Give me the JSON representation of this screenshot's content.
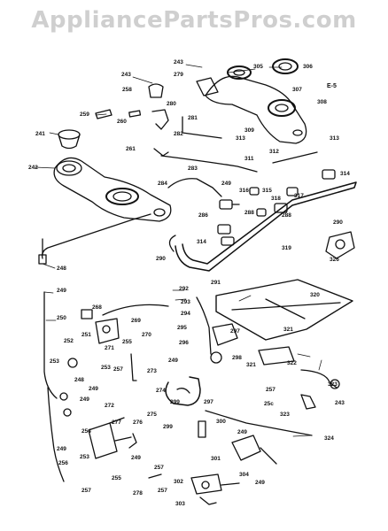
{
  "watermark": "AppliancePartsPros.com",
  "corner_code": "E-5",
  "callouts": [
    {
      "id": "c243a",
      "text": "243"
    },
    {
      "id": "c279",
      "text": "279"
    },
    {
      "id": "c305",
      "text": "305"
    },
    {
      "id": "c306",
      "text": "306"
    },
    {
      "id": "c243b",
      "text": "243"
    },
    {
      "id": "c258",
      "text": "258"
    },
    {
      "id": "c280",
      "text": "280"
    },
    {
      "id": "c281",
      "text": "281"
    },
    {
      "id": "c307",
      "text": "307"
    },
    {
      "id": "c308",
      "text": "308"
    },
    {
      "id": "c259",
      "text": "259"
    },
    {
      "id": "c260",
      "text": "260"
    },
    {
      "id": "c241",
      "text": "241"
    },
    {
      "id": "c282",
      "text": "282"
    },
    {
      "id": "c309",
      "text": "309"
    },
    {
      "id": "c313a",
      "text": "313"
    },
    {
      "id": "c313b",
      "text": "313"
    },
    {
      "id": "c261",
      "text": "261"
    },
    {
      "id": "c312",
      "text": "312"
    },
    {
      "id": "c311",
      "text": "311"
    },
    {
      "id": "c242",
      "text": "242"
    },
    {
      "id": "c283",
      "text": "283"
    },
    {
      "id": "c314a",
      "text": "314"
    },
    {
      "id": "c284",
      "text": "284"
    },
    {
      "id": "c249a",
      "text": "249"
    },
    {
      "id": "c316",
      "text": "316"
    },
    {
      "id": "c315",
      "text": "315"
    },
    {
      "id": "c318",
      "text": "318"
    },
    {
      "id": "c317",
      "text": "317"
    },
    {
      "id": "c286",
      "text": "286"
    },
    {
      "id": "c288a",
      "text": "288"
    },
    {
      "id": "c288b",
      "text": "288"
    },
    {
      "id": "c290a",
      "text": "290"
    },
    {
      "id": "c314b",
      "text": "314"
    },
    {
      "id": "c319",
      "text": "319"
    },
    {
      "id": "c290b",
      "text": "290"
    },
    {
      "id": "c326",
      "text": "326"
    },
    {
      "id": "c248",
      "text": "248"
    },
    {
      "id": "c249b",
      "text": "249"
    },
    {
      "id": "c292",
      "text": "292"
    },
    {
      "id": "c291",
      "text": "291"
    },
    {
      "id": "c320",
      "text": "320"
    },
    {
      "id": "c293",
      "text": "293"
    },
    {
      "id": "c250",
      "text": "250"
    },
    {
      "id": "c268",
      "text": "268"
    },
    {
      "id": "c294",
      "text": "294"
    },
    {
      "id": "c269",
      "text": "269"
    },
    {
      "id": "c321a",
      "text": "321"
    },
    {
      "id": "c297a",
      "text": "297"
    },
    {
      "id": "c251",
      "text": "251"
    },
    {
      "id": "c270",
      "text": "270"
    },
    {
      "id": "c295",
      "text": "295"
    },
    {
      "id": "c252",
      "text": "252"
    },
    {
      "id": "c271",
      "text": "271"
    },
    {
      "id": "c255a",
      "text": "255"
    },
    {
      "id": "c296",
      "text": "296"
    },
    {
      "id": "c253a",
      "text": "253"
    },
    {
      "id": "c253b",
      "text": "253"
    },
    {
      "id": "c257a",
      "text": "257"
    },
    {
      "id": "c273",
      "text": "273"
    },
    {
      "id": "c249c",
      "text": "249"
    },
    {
      "id": "c298",
      "text": "298"
    },
    {
      "id": "c321b",
      "text": "321"
    },
    {
      "id": "c322",
      "text": "322"
    },
    {
      "id": "c248b",
      "text": "248"
    },
    {
      "id": "c249d",
      "text": "249"
    },
    {
      "id": "c272",
      "text": "272"
    },
    {
      "id": "c323a",
      "text": "323"
    },
    {
      "id": "c274",
      "text": "274"
    },
    {
      "id": "c257b",
      "text": "257"
    },
    {
      "id": "c243c",
      "text": "243"
    },
    {
      "id": "c249e",
      "text": "249"
    },
    {
      "id": "c299",
      "text": "299"
    },
    {
      "id": "c297b",
      "text": "297"
    },
    {
      "id": "c25c",
      "text": "25c"
    },
    {
      "id": "c323b",
      "text": "323"
    },
    {
      "id": "c275",
      "text": "275"
    },
    {
      "id": "c300",
      "text": "300"
    },
    {
      "id": "c277",
      "text": "277"
    },
    {
      "id": "c276",
      "text": "276"
    },
    {
      "id": "c254",
      "text": "254"
    },
    {
      "id": "c249f",
      "text": "249"
    },
    {
      "id": "c299b",
      "text": "299"
    },
    {
      "id": "c324",
      "text": "324"
    },
    {
      "id": "c249g",
      "text": "249"
    },
    {
      "id": "c249h",
      "text": "249"
    },
    {
      "id": "c253c",
      "text": "253"
    },
    {
      "id": "c301",
      "text": "301"
    },
    {
      "id": "c256",
      "text": "256"
    },
    {
      "id": "c257c",
      "text": "257"
    },
    {
      "id": "c255b",
      "text": "255"
    },
    {
      "id": "c257d",
      "text": "257"
    },
    {
      "id": "c302",
      "text": "302"
    },
    {
      "id": "c304",
      "text": "304"
    },
    {
      "id": "c257e",
      "text": "257"
    },
    {
      "id": "c278",
      "text": "278"
    },
    {
      "id": "c303",
      "text": "303"
    },
    {
      "id": "c249i",
      "text": "249"
    }
  ]
}
